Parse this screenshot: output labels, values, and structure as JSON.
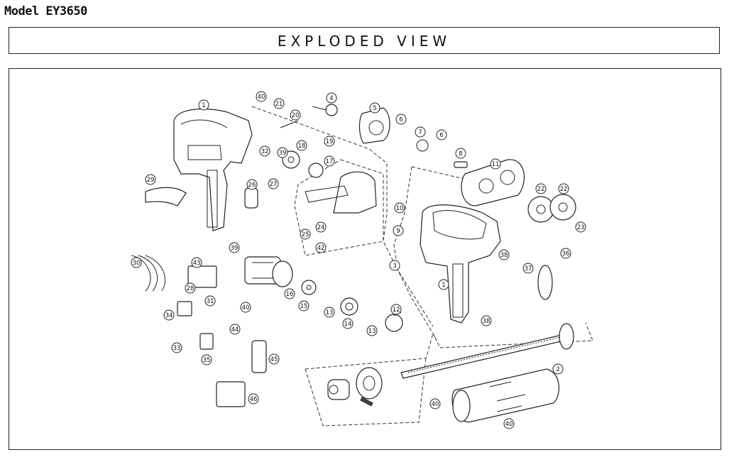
{
  "header": {
    "model": "Model EY3650",
    "title": "EXPLODED VIEW"
  },
  "callouts": [
    {
      "id": "p1a",
      "label": "1"
    },
    {
      "id": "p1b",
      "label": "1"
    },
    {
      "id": "p2",
      "label": "2"
    },
    {
      "id": "p3",
      "label": "3"
    },
    {
      "id": "p4",
      "label": "4"
    },
    {
      "id": "p5",
      "label": "5"
    },
    {
      "id": "p6a",
      "label": "6"
    },
    {
      "id": "p6b",
      "label": "6"
    },
    {
      "id": "p7",
      "label": "7"
    },
    {
      "id": "p8",
      "label": "8"
    },
    {
      "id": "p9",
      "label": "9"
    },
    {
      "id": "p10",
      "label": "10"
    },
    {
      "id": "p11",
      "label": "11"
    },
    {
      "id": "p12",
      "label": "12"
    },
    {
      "id": "p13a",
      "label": "13"
    },
    {
      "id": "p13b",
      "label": "13"
    },
    {
      "id": "p14",
      "label": "14"
    },
    {
      "id": "p15",
      "label": "15"
    },
    {
      "id": "p16",
      "label": "16"
    },
    {
      "id": "p17",
      "label": "17"
    },
    {
      "id": "p18",
      "label": "18"
    },
    {
      "id": "p19",
      "label": "19"
    },
    {
      "id": "p20",
      "label": "20"
    },
    {
      "id": "p21",
      "label": "21"
    },
    {
      "id": "p22a",
      "label": "22"
    },
    {
      "id": "p22b",
      "label": "22"
    },
    {
      "id": "p23",
      "label": "23"
    },
    {
      "id": "p24",
      "label": "24"
    },
    {
      "id": "p25",
      "label": "25"
    },
    {
      "id": "p26",
      "label": "26"
    },
    {
      "id": "p27",
      "label": "27"
    },
    {
      "id": "p28",
      "label": "28"
    },
    {
      "id": "p29",
      "label": "29"
    },
    {
      "id": "p30",
      "label": "30"
    },
    {
      "id": "p31",
      "label": "31"
    },
    {
      "id": "p32",
      "label": "32"
    },
    {
      "id": "p33",
      "label": "33"
    },
    {
      "id": "p34",
      "label": "34"
    },
    {
      "id": "p35",
      "label": "35"
    },
    {
      "id": "p36",
      "label": "36"
    },
    {
      "id": "p37",
      "label": "37"
    },
    {
      "id": "p38a",
      "label": "38"
    },
    {
      "id": "p38b",
      "label": "38"
    },
    {
      "id": "p39a",
      "label": "39"
    },
    {
      "id": "p39b",
      "label": "39"
    },
    {
      "id": "p40a",
      "label": "40"
    },
    {
      "id": "p40b",
      "label": "40"
    },
    {
      "id": "p40c",
      "label": "40"
    },
    {
      "id": "p40d",
      "label": "40"
    },
    {
      "id": "p42",
      "label": "42"
    },
    {
      "id": "p43",
      "label": "43"
    },
    {
      "id": "p44",
      "label": "44"
    },
    {
      "id": "p45",
      "label": "45"
    },
    {
      "id": "p46",
      "label": "46"
    }
  ]
}
